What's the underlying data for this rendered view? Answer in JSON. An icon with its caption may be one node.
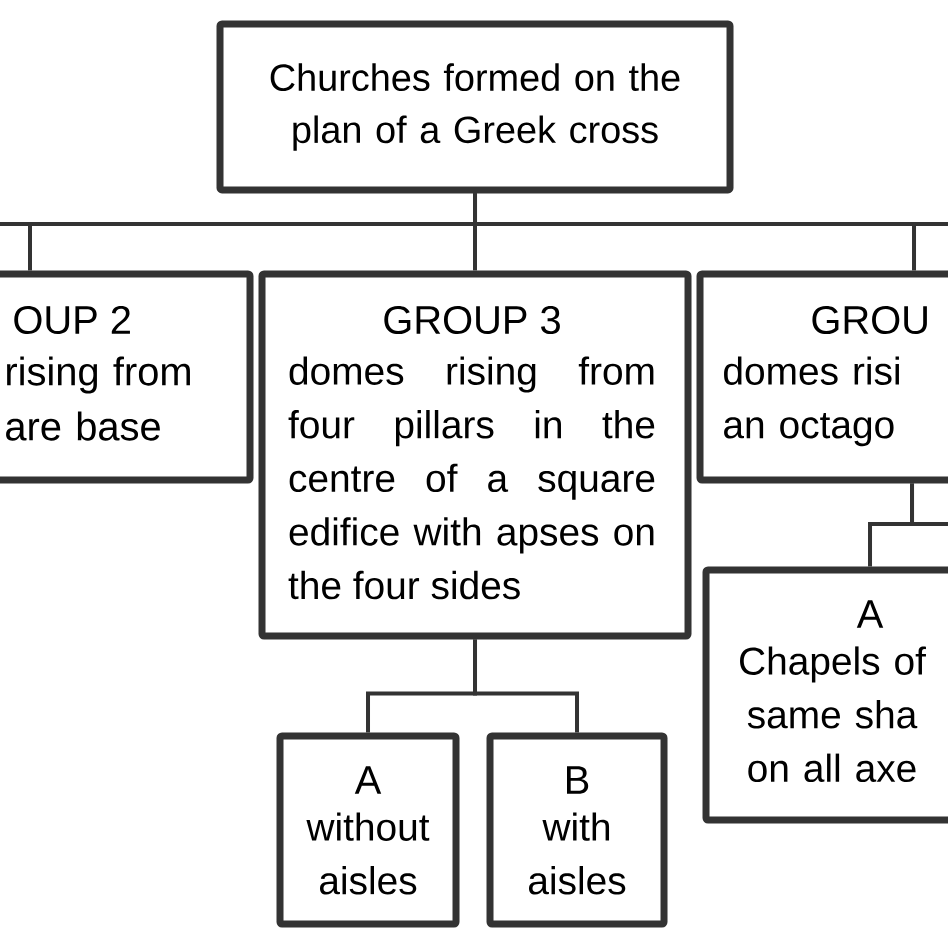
{
  "diagram": {
    "nodes": [
      {
        "text": [
          "Churches formed on the plan of a Greek cross"
        ]
      },
      {
        "text": [
          "OUP 2",
          "rising from are base"
        ]
      },
      {
        "text": [
          "GROUP 3",
          "domes rising from four pillars in the centre of a square edifice with apses on the four sides"
        ]
      },
      {
        "text": [
          "GROU",
          "domes risi an octago"
        ]
      },
      {
        "text": [
          "A",
          "without aisles"
        ]
      },
      {
        "text": [
          "B",
          "with aisles"
        ]
      },
      {
        "text": [
          "A",
          "Chapels of same sha on all axe"
        ]
      }
    ],
    "edges": [
      {
        "from": 0,
        "to": 1,
        "arrow": "none"
      },
      {
        "from": 0,
        "to": 2,
        "arrow": "none"
      },
      {
        "from": 0,
        "to": 3,
        "arrow": "none"
      },
      {
        "from": 2,
        "to": 4,
        "arrow": "none"
      },
      {
        "from": 2,
        "to": 5,
        "arrow": "none"
      },
      {
        "from": 3,
        "to": 6,
        "arrow": "none"
      },
      {
        "from": 0,
        "to": null,
        "arrow": "none"
      },
      {
        "from": 0,
        "to": null,
        "arrow": "none"
      },
      {
        "from": 3,
        "to": null,
        "arrow": "none"
      }
    ]
  }
}
